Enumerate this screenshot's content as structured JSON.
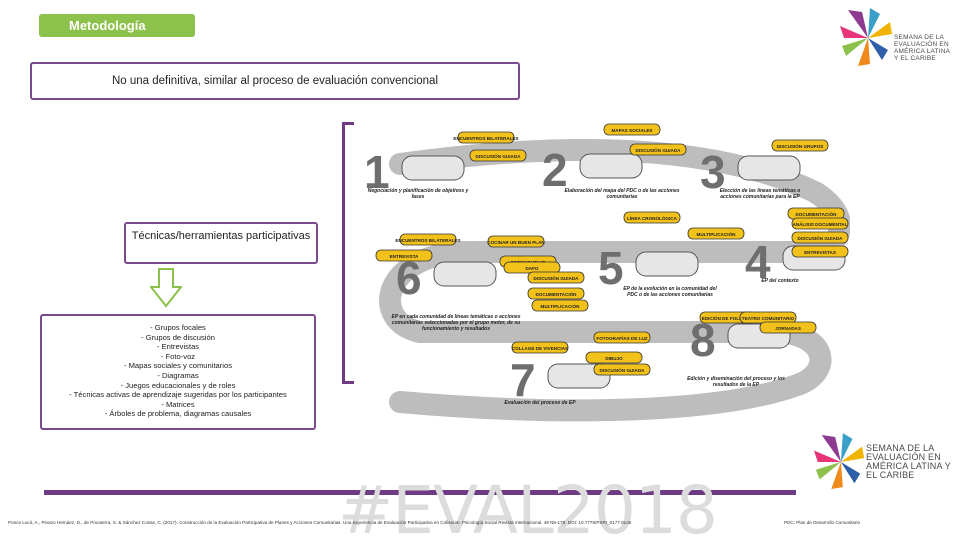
{
  "header": {
    "badge_label": "Metodología"
  },
  "logo": {
    "text": "SEMANA DE LA EVALUACIÓN EN AMÉRICA LATINA Y EL CARIBE"
  },
  "intro_box": {
    "text": "No una definitiva, similar al proceso de evaluación convencional"
  },
  "techniques_box": {
    "title": "Técnicas/herramientas participativas"
  },
  "techniques": [
    "- Grupos focales",
    "- Grupos de discusión",
    "- Entrevistas",
    "- Foto-voz",
    "- Mapas sociales y comunitarios",
    "- Diagramas",
    "- Juegos educacionales y de roles",
    "- Técnicas activas de aprendizaje sugeridas por los participantes",
    "- Matrices",
    "- Árboles de problema, diagramas causales"
  ],
  "diagram": {
    "steps": [
      {
        "number": "1",
        "caption": "Negociación y planificación de objetivos y fases"
      },
      {
        "number": "2",
        "caption": "Elaboración del mapa del PDC o de las acciones comunitarias"
      },
      {
        "number": "3",
        "caption": "Elección de las líneas temáticas o acciones comunitarias para la EP"
      },
      {
        "number": "4",
        "caption": "EP del contexto"
      },
      {
        "number": "5",
        "caption": "EP de la evolución en la comunidad del PDC o de las acciones comunitarias"
      },
      {
        "number": "6",
        "caption": "EP en cada comunidad de líneas temáticas o acciones comunitarias seleccionadas por el grupo motor, de su funcionamiento y resultados"
      },
      {
        "number": "7",
        "caption": "Evaluación del proceso de EP"
      },
      {
        "number": "8",
        "caption": "Edición y diseminación del proceso y los resultados de la EP"
      }
    ],
    "tags": [
      "ENCUENTROS BILATERALES",
      "DISCUSIÓN GUIADA",
      "MAPAS SOCIALES",
      "DISCUSIÓN GUIADA",
      "DISCUSIÓN GRUPOS",
      "LÍNEA CRONOLÓGICA",
      "MULTIPLICACIÓN",
      "DOCUMENTACIÓN",
      "ANÁLISIS DOCUMENTAL",
      "DISCUSIÓN GUIADA",
      "ENTREVISTAS",
      "ENCUENTROS BILATERALES",
      "ENTREVISTA",
      "COCINAR UN BUEN PLAN",
      "FOTOMONTAJE",
      "DAFO",
      "DISCUSIÓN GUIADA",
      "DOCUMENTACIÓN",
      "MULTIPLICACIÓN",
      "FOTOGRAFÍAS DE LUZ",
      "COLLAGE DE VIVENCIAS",
      "DIBUJO",
      "DISCUSIÓN GUIADA",
      "EDICIÓN DE FOLLETOS",
      "TEATRO COMUNITARIO",
      "JORNADAS"
    ]
  },
  "footer": {
    "hashtag": "#EVAL2018",
    "citation": "Ponce Lucó, A., Pinazo Hernáez, D., de Pocaterra, S. & Sánchez Cosas, C. (2017). Construcción de la Evaluación Participativa de Planes y Acciones Comunitarias. Una experiencia de Evaluación Participativa en Coliseum. Psicología Social Revista Internacional. 49 N5-178. DOI: 10.7775/PSRI_0177.0145",
    "footnote": "PDC: Plan de Desarrollo Comunitario"
  }
}
